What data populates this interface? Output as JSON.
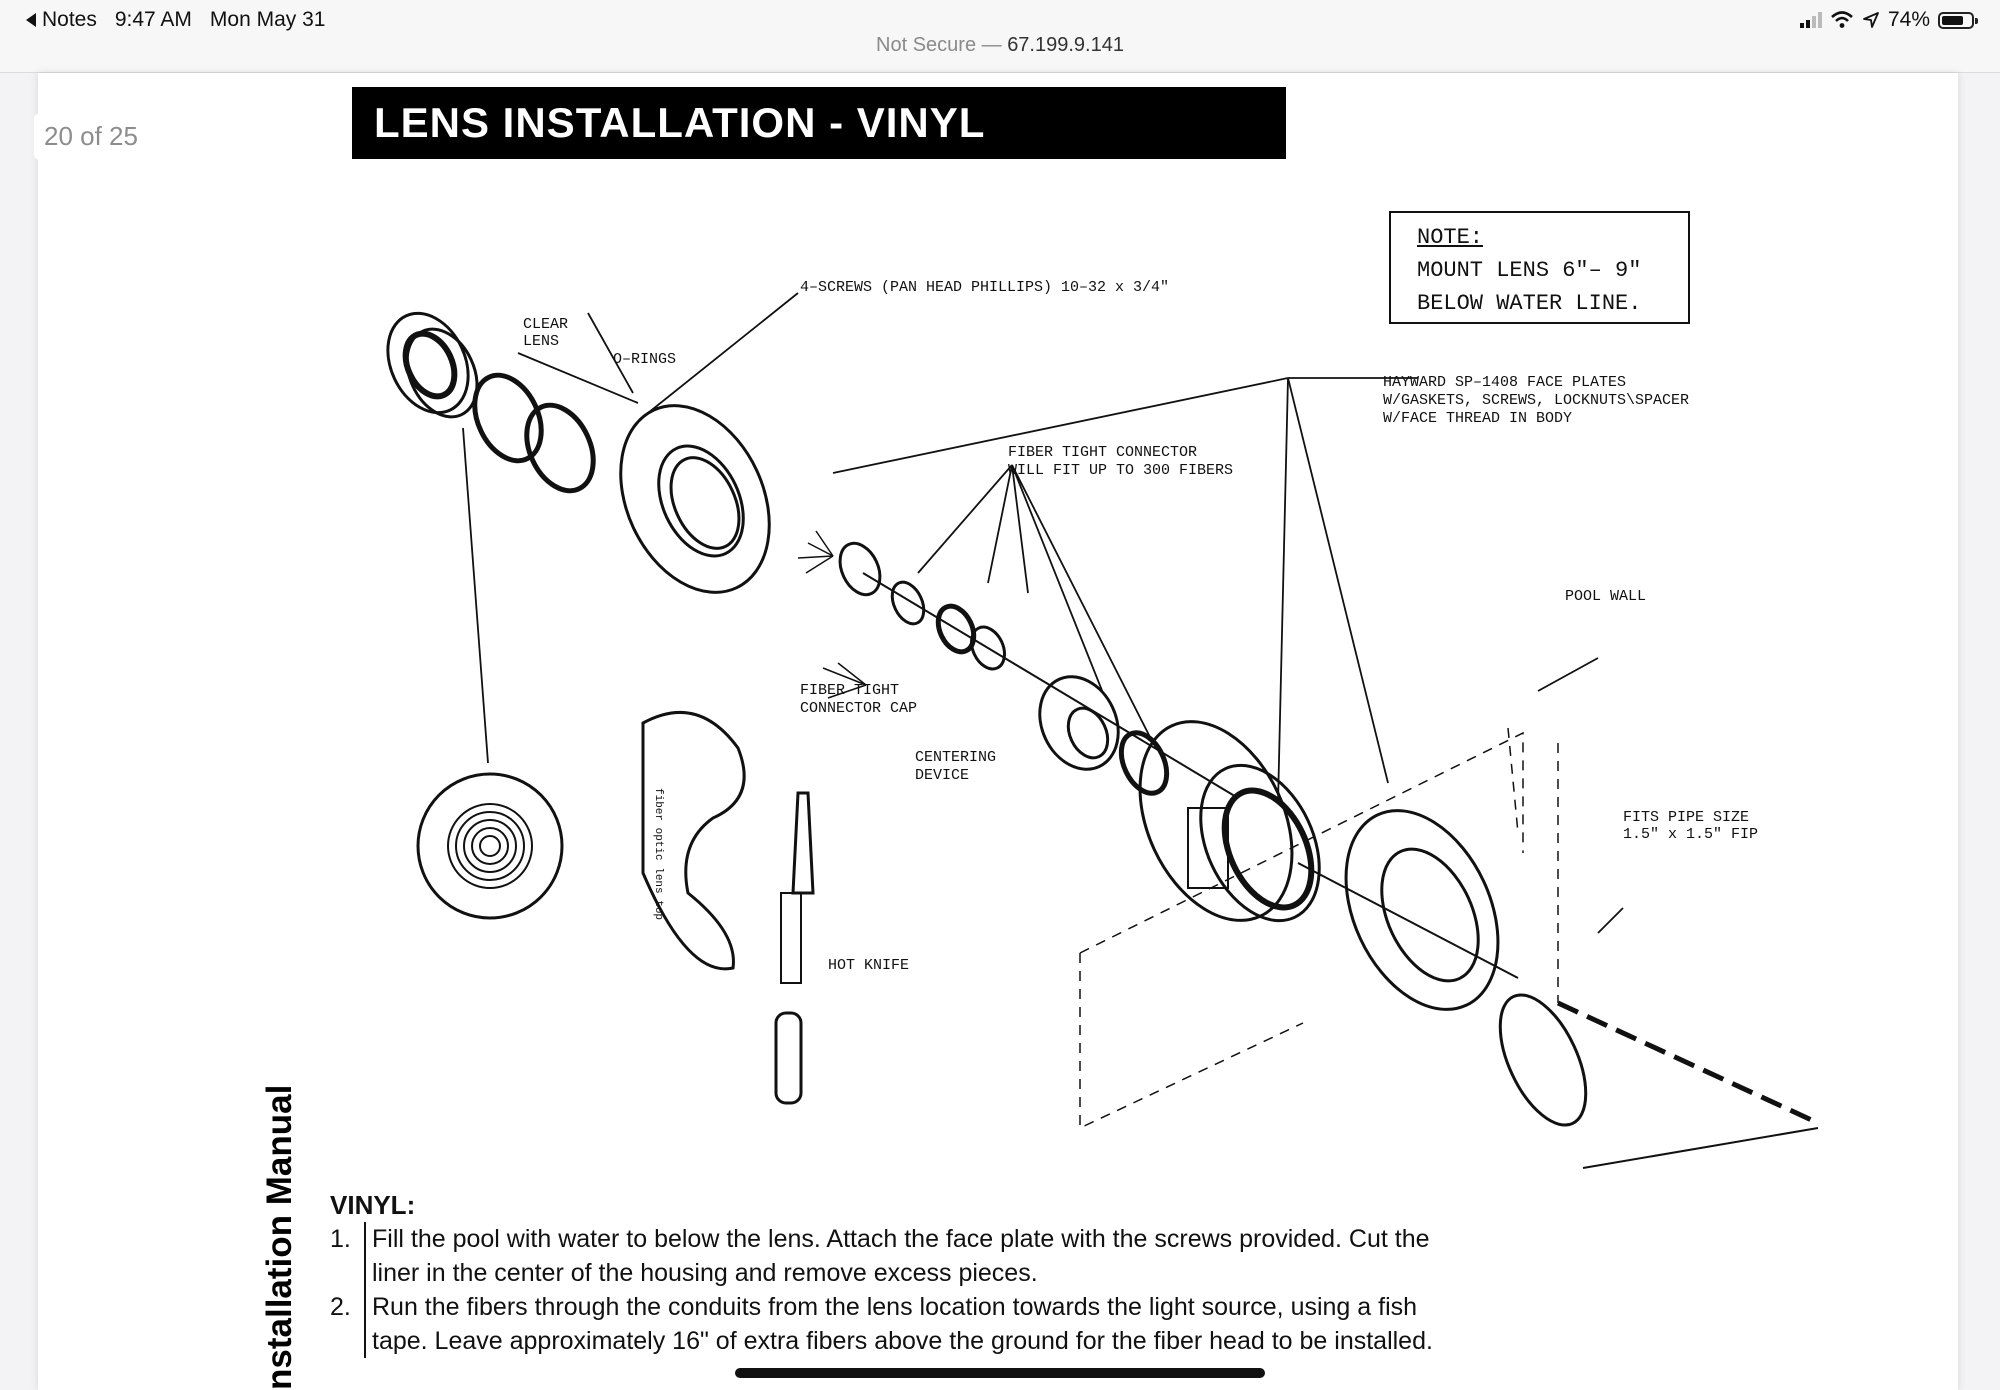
{
  "status_bar": {
    "back_label": "Notes",
    "time": "9:47 AM",
    "date": "Mon May 31",
    "url_prefix": "Not Secure —",
    "url_host": "67.199.9.141",
    "battery": "74%",
    "battery_level": 0.74
  },
  "viewer": {
    "page_counter": "20 of 25"
  },
  "document": {
    "title": "LENS INSTALLATION - VINYL",
    "note": {
      "heading": "NOTE:",
      "line1": "MOUNT LENS 6\"– 9\"",
      "line2": "BELOW WATER LINE."
    },
    "labels": {
      "clear_lens_1": "CLEAR",
      "clear_lens_2": "LENS",
      "o_rings": "O–RINGS",
      "screws": "4–SCREWS (PAN HEAD PHILLIPS) 10–32 x 3/4\"",
      "hayward_1": "HAYWARD SP–1408 FACE PLATES",
      "hayward_2": "W/GASKETS, SCREWS, LOCKNUTS\\SPACER",
      "hayward_3": "W/FACE THREAD IN BODY",
      "fiber_connector_1": "FIBER TIGHT CONNECTOR",
      "fiber_connector_2": "WILL FIT UP TO 300 FIBERS",
      "pool_wall": "POOL WALL",
      "fiber_cap_1": "FIBER TIGHT",
      "fiber_cap_2": "CONNECTOR CAP",
      "centering_1": "CENTERING",
      "centering_2": "DEVICE",
      "pipe_1": "FITS PIPE SIZE",
      "pipe_2": "1.5\" x 1.5\" FIP",
      "hot_knife": "HOT KNIFE",
      "template_text": "fiber optic lens top"
    },
    "side_text": "nstallation Manual",
    "section_heading": "VINYL:",
    "steps": [
      {
        "num": "1.",
        "text": "Fill the pool with water to below the lens.  Attach the face plate with the screws provided.  Cut the liner in the center of the housing and remove excess pieces."
      },
      {
        "num": "2.",
        "text": "Run the fibers through the conduits from the lens location towards the light source, using a fish tape.  Leave approximately 16\" of extra fibers above the ground for the fiber head to be installed."
      }
    ]
  }
}
